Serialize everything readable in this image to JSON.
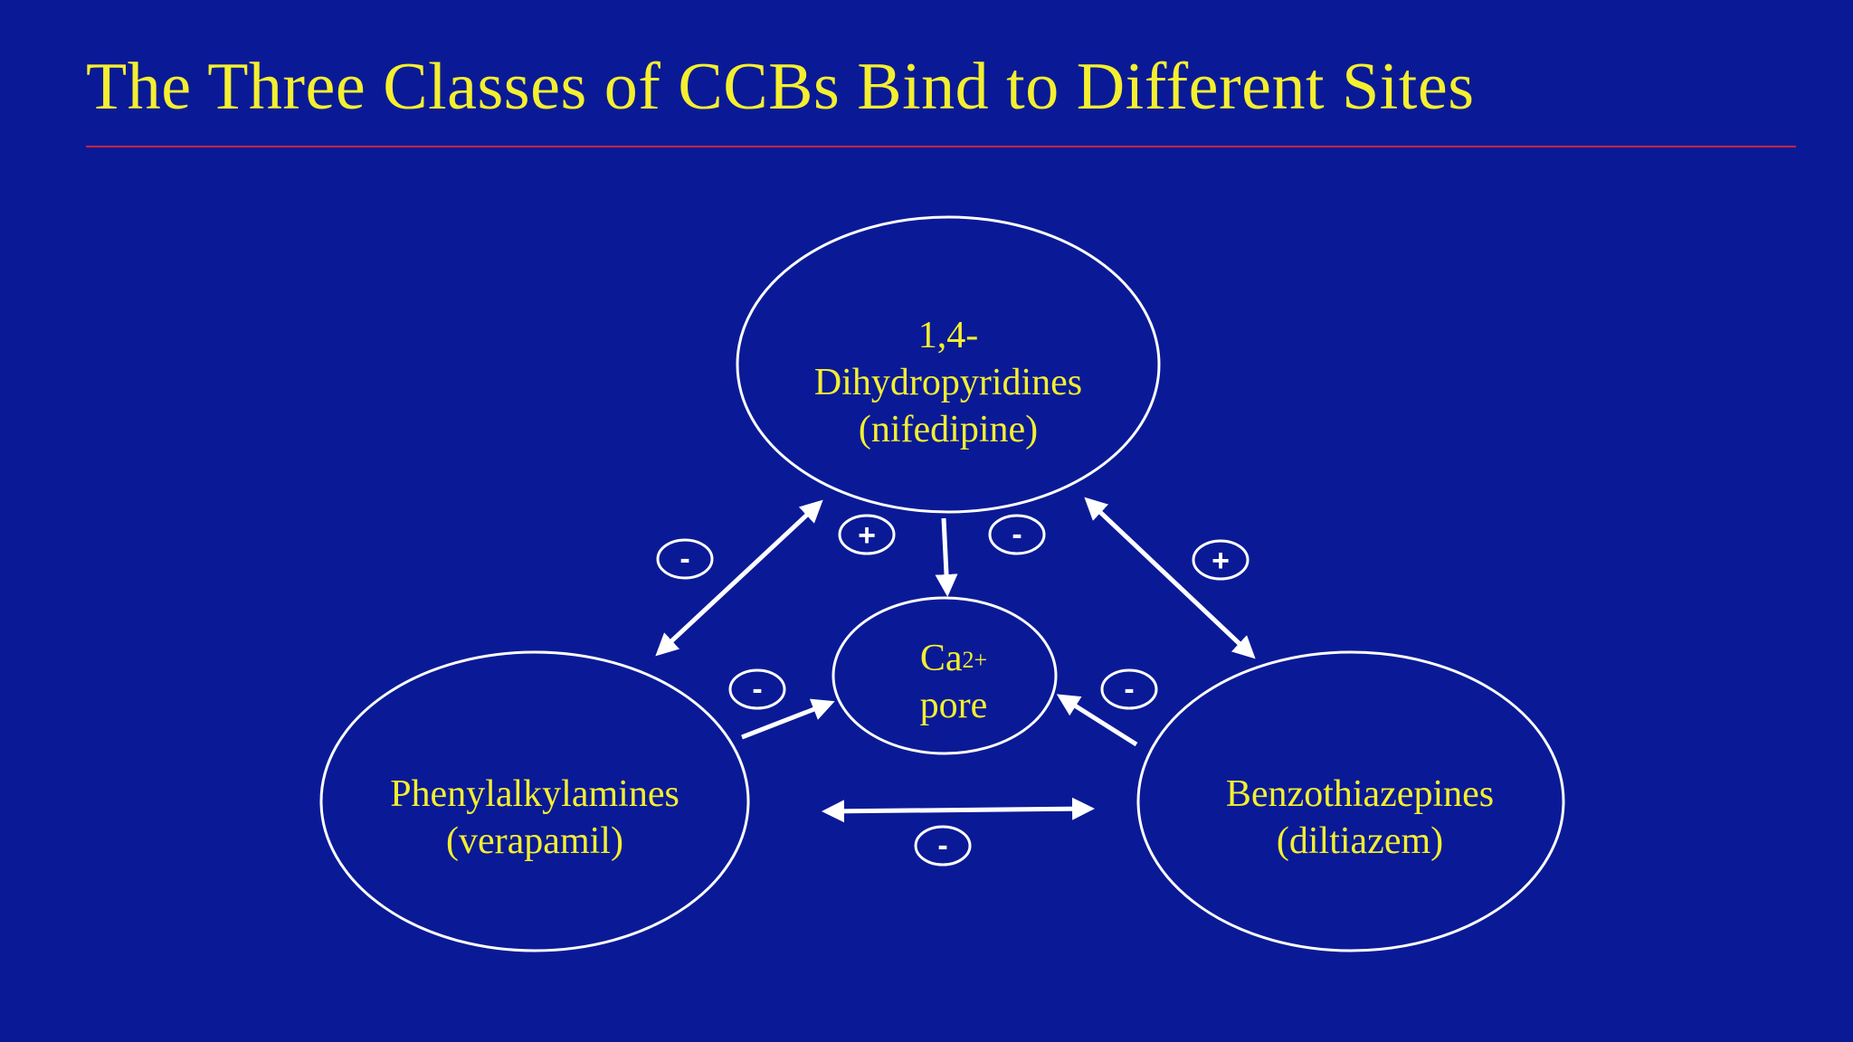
{
  "slide": {
    "title": "The Three Classes of CCBs Bind to Different Sites"
  },
  "nodes": {
    "dihydropyridines": {
      "line1": "1,4-",
      "line2": "Dihydropyridines",
      "line3": "(nifedipine)"
    },
    "phenylalkylamines": {
      "line1": "Phenylalkylamines",
      "line2": "(verapamil)"
    },
    "benzothiazepines": {
      "line1": "Benzothiazepines",
      "line2": "(diltiazem)"
    },
    "pore": {
      "ion": "Ca",
      "charge": "2+",
      "line2": "pore"
    }
  },
  "interactions": {
    "dhp_phenyl": "-",
    "dhp_pore": "+",
    "dhp_pore_neg": "-",
    "dhp_benzo": "+",
    "phenyl_pore": "-",
    "benzo_pore": "-",
    "phenyl_benzo": "-"
  },
  "colors": {
    "background": "#0a1a96",
    "text": "#f4ef2f",
    "rule": "#c8243a",
    "stroke": "#ffffff"
  }
}
